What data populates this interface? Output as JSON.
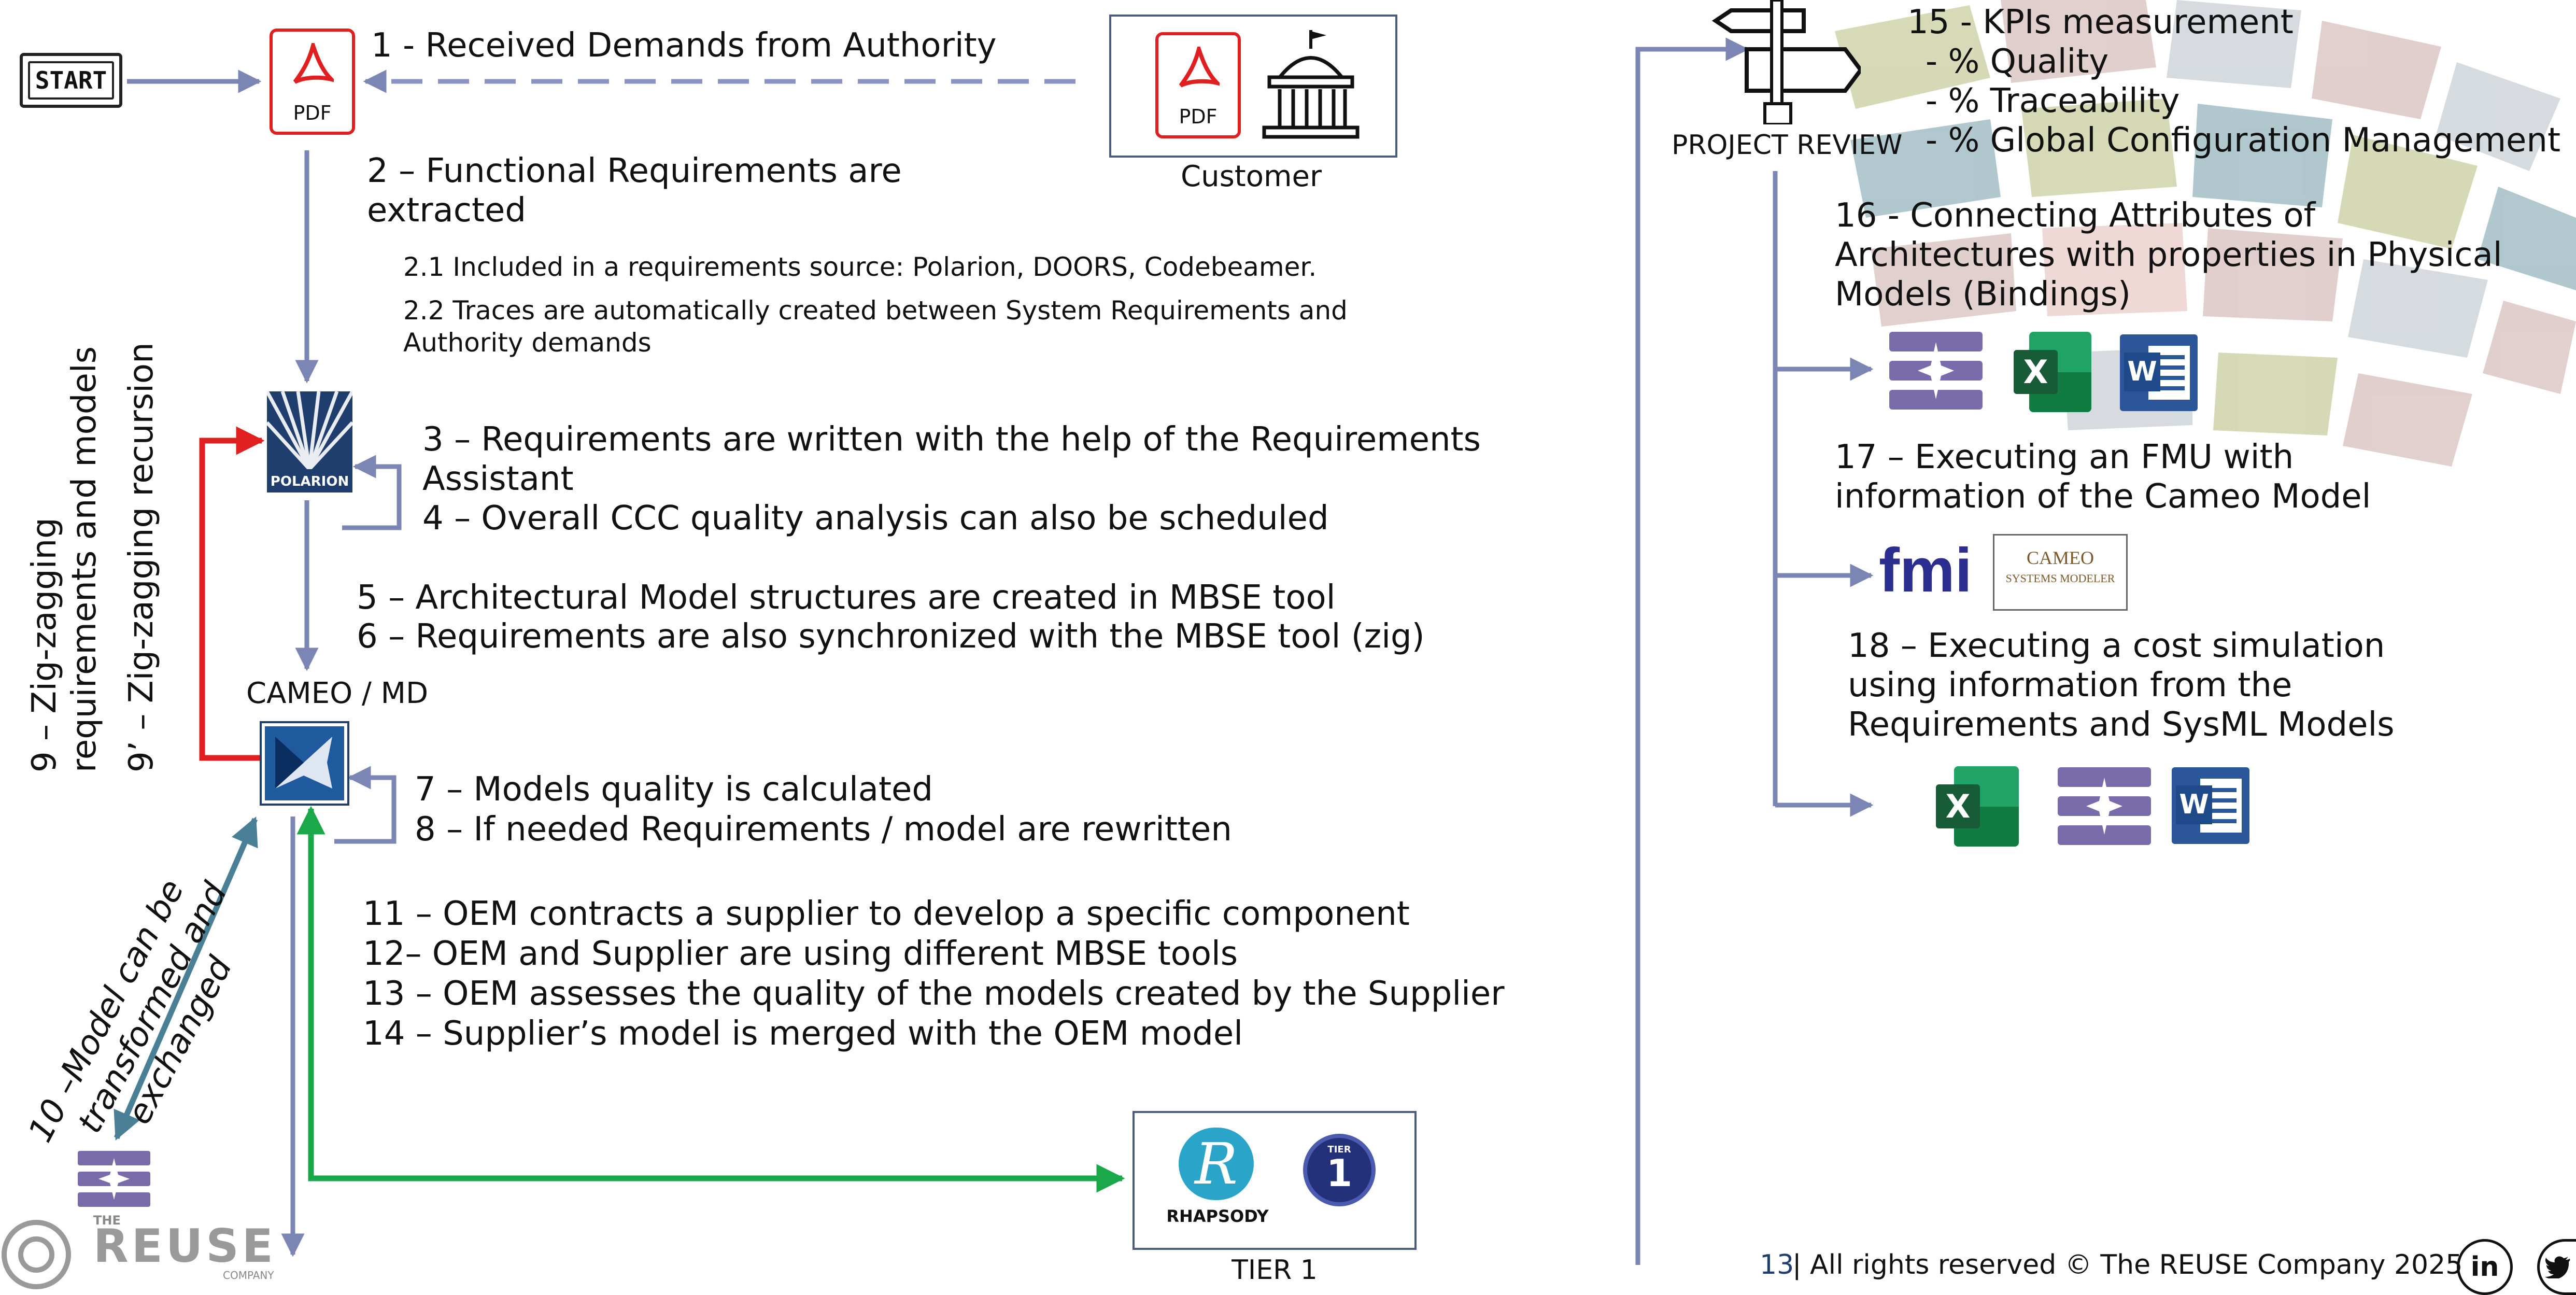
{
  "start_label": "START",
  "pdf_label": "PDF",
  "customer_label": "Customer",
  "polarion_label": "POLARION",
  "cameo_label": "CAMEO / MD",
  "rhapsody_label": "RHAPSODY",
  "tier_badge_top": "TIER",
  "tier_badge_num": "1",
  "tier1_label": "TIER 1",
  "project_review_label": "PROJECT REVIEW",
  "steps": {
    "s1": "1 - Received Demands from Authority",
    "s2a": "2 – Functional Requirements are",
    "s2b": "extracted",
    "s2_1": "2.1 Included in a requirements source: Polarion, DOORS, Codebeamer.",
    "s2_2a": "2.2 Traces are automatically created between System Requirements and",
    "s2_2b": "Authority demands",
    "s3a": "3 – Requirements are written with the help of the Requirements",
    "s3b": "Assistant",
    "s4": "4 – Overall CCC quality analysis can also be scheduled",
    "s5": "5 – Architectural Model structures are created in MBSE tool",
    "s6": "6 – Requirements are also synchronized with the MBSE tool (zig)",
    "s7": "7 – Models quality is calculated",
    "s8": "8 – If needed Requirements / model are rewritten",
    "s9a": "9 – Zig-zagging",
    "s9b": "requirements and models",
    "s9p": "9’ – Zig-zagging recursion",
    "s10a": "10 –Model can be",
    "s10b": "transformed and",
    "s10c": "exchanged",
    "s11": "11 – OEM contracts a supplier to develop a specific component",
    "s12": "12– OEM and Supplier are using different MBSE tools",
    "s13": "13 – OEM assesses the quality of the models created by the Supplier",
    "s14": "14 – Supplier’s model is merged with the OEM model",
    "s15": "15 - KPIs measurement",
    "s15a": "- % Quality",
    "s15b": "- % Traceability",
    "s15c": "- % Global Configuration Management",
    "s16a": "16 - Connecting Attributes of",
    "s16b": "Architectures with properties in Physical",
    "s16c": "Models (Bindings)",
    "s17a": "17 – Executing an FMU with",
    "s17b": "information of the Cameo Model",
    "s18a": "18 – Executing a cost simulation",
    "s18b": "using information from the",
    "s18c": "Requirements and SysML Models"
  },
  "logos": {
    "fmi": "fmi",
    "cameo_sm_top": "CAMEO",
    "cameo_sm_bottom": "SYSTEMS MODELER",
    "excel_letter": "X",
    "word_letter": "W",
    "reuse_the": "THE",
    "reuse_name": "REUSE",
    "reuse_company": "COMPANY"
  },
  "footer": {
    "page_num": "13",
    "copyright": "| All rights reserved ©  The REUSE Company 2025",
    "linkedin": "in"
  },
  "colors": {
    "arrow": "#7b86b5",
    "dashed": "#8a93c4",
    "red": "#e02020",
    "green": "#1aa84a",
    "teal": "#4a8095",
    "box_border": "#4b5d7f",
    "polarion": "#1f3e6e",
    "word": "#2b579a",
    "excel": "#1f7a40",
    "kpi_purple": "#7a6bab"
  }
}
